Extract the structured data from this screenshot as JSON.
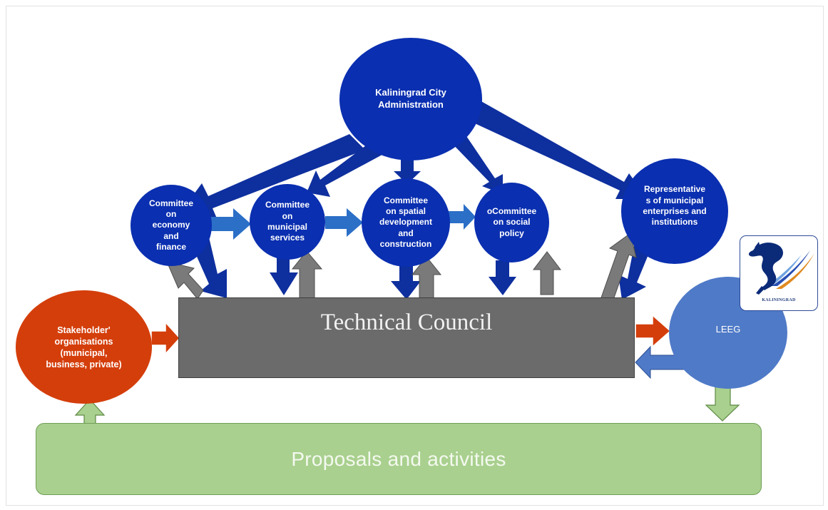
{
  "nodes": {
    "administration": "Kaliningrad City Administration",
    "committee_economy": [
      "Committee",
      "on",
      "economy",
      "and",
      "finance"
    ],
    "committee_municipal": [
      "Committee",
      "on",
      "municipal",
      "services"
    ],
    "committee_spatial": [
      "Committee",
      "on spatial",
      "development",
      "and",
      "construction"
    ],
    "committee_social": [
      "oCommittee",
      "on social",
      "policy"
    ],
    "representatives": [
      "Representative",
      "s of municipal",
      "enterprises and",
      "institutions"
    ],
    "stakeholders": [
      "Stakeholder'",
      "organisations",
      "(municipal,",
      "business, private)"
    ],
    "leeg": "LEEG"
  },
  "technical_council": "Technical Council",
  "proposals": "Proposals and activities",
  "logo": {
    "text": "KALININGRAD",
    "icon": "horse-icon"
  },
  "colors": {
    "admin_blue": "#0a2fb0",
    "arrow_blue": "#0e2f9e",
    "committee_arrow_blue": "#2b6fc7",
    "stakeholder_red": "#d43e0b",
    "leeg_blue": "#4f7ac7",
    "council_gray": "#6b6b6b",
    "proposals_green": "#a9d08e"
  }
}
